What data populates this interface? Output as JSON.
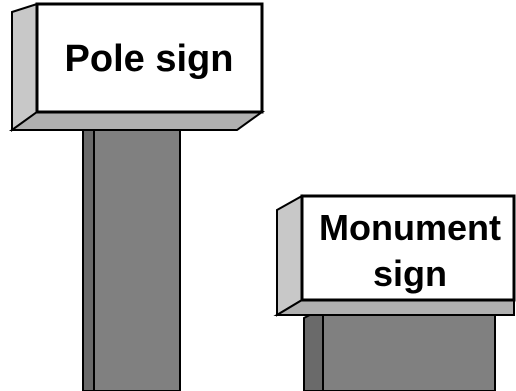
{
  "pole_sign": {
    "label": "Pole sign"
  },
  "monument_sign": {
    "label_line1": "Monument",
    "label_line2": "sign"
  },
  "colors": {
    "background": "#ffffff",
    "sign_face": "#ffffff",
    "sign_side": "#c8c8c8",
    "sign_bottom": "#b0b0b0",
    "pole_face": "#808080",
    "pole_side": "#6a6a6a",
    "base_face": "#808080",
    "base_side": "#6a6a6a",
    "outline": "#000000"
  }
}
